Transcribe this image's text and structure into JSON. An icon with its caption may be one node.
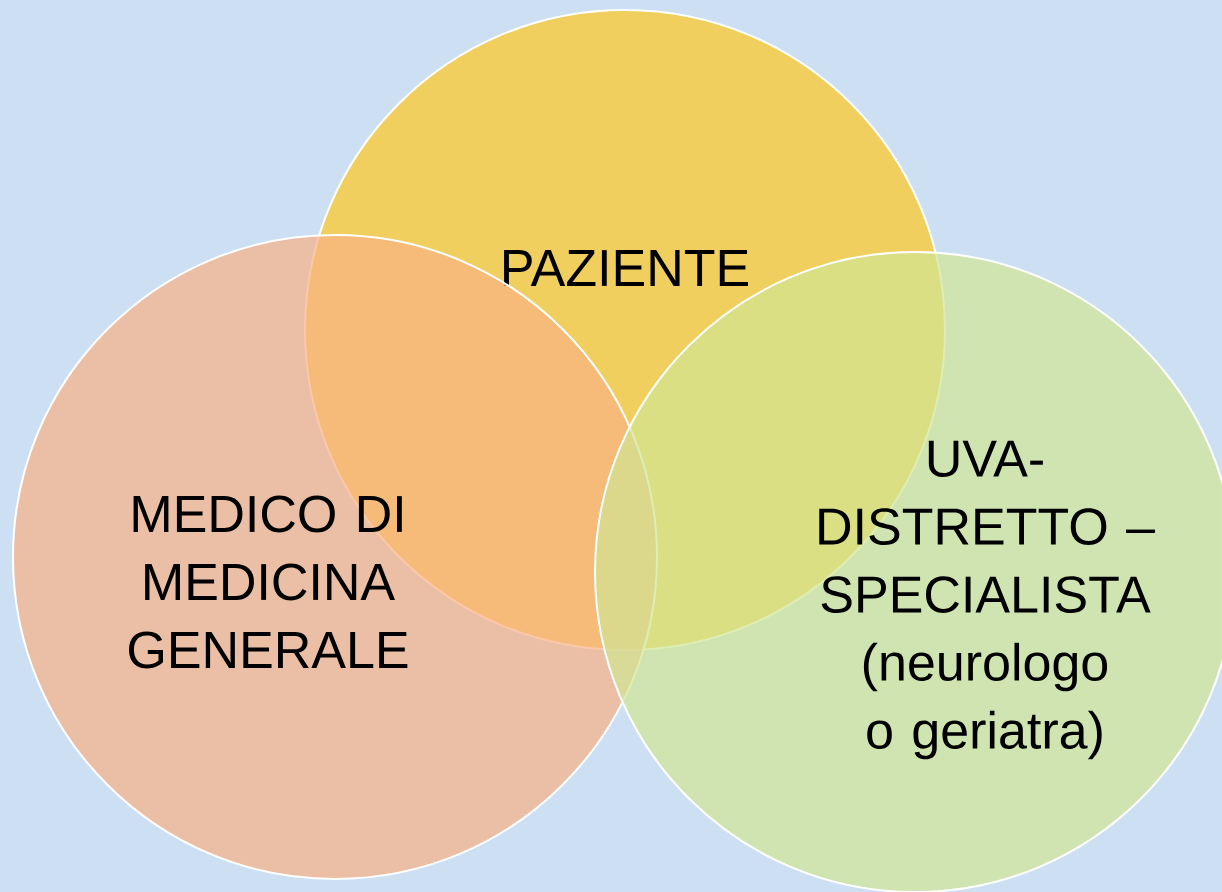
{
  "diagram": {
    "nodes": [
      {
        "text": [
          "PAZIENTE"
        ]
      },
      {
        "text": [
          "MEDICO DI MEDICINA GENERALE"
        ]
      },
      {
        "text": [
          "UVA-DISTRETTO – SPECIALISTA (neurologo o geriatra)"
        ]
      }
    ]
  }
}
